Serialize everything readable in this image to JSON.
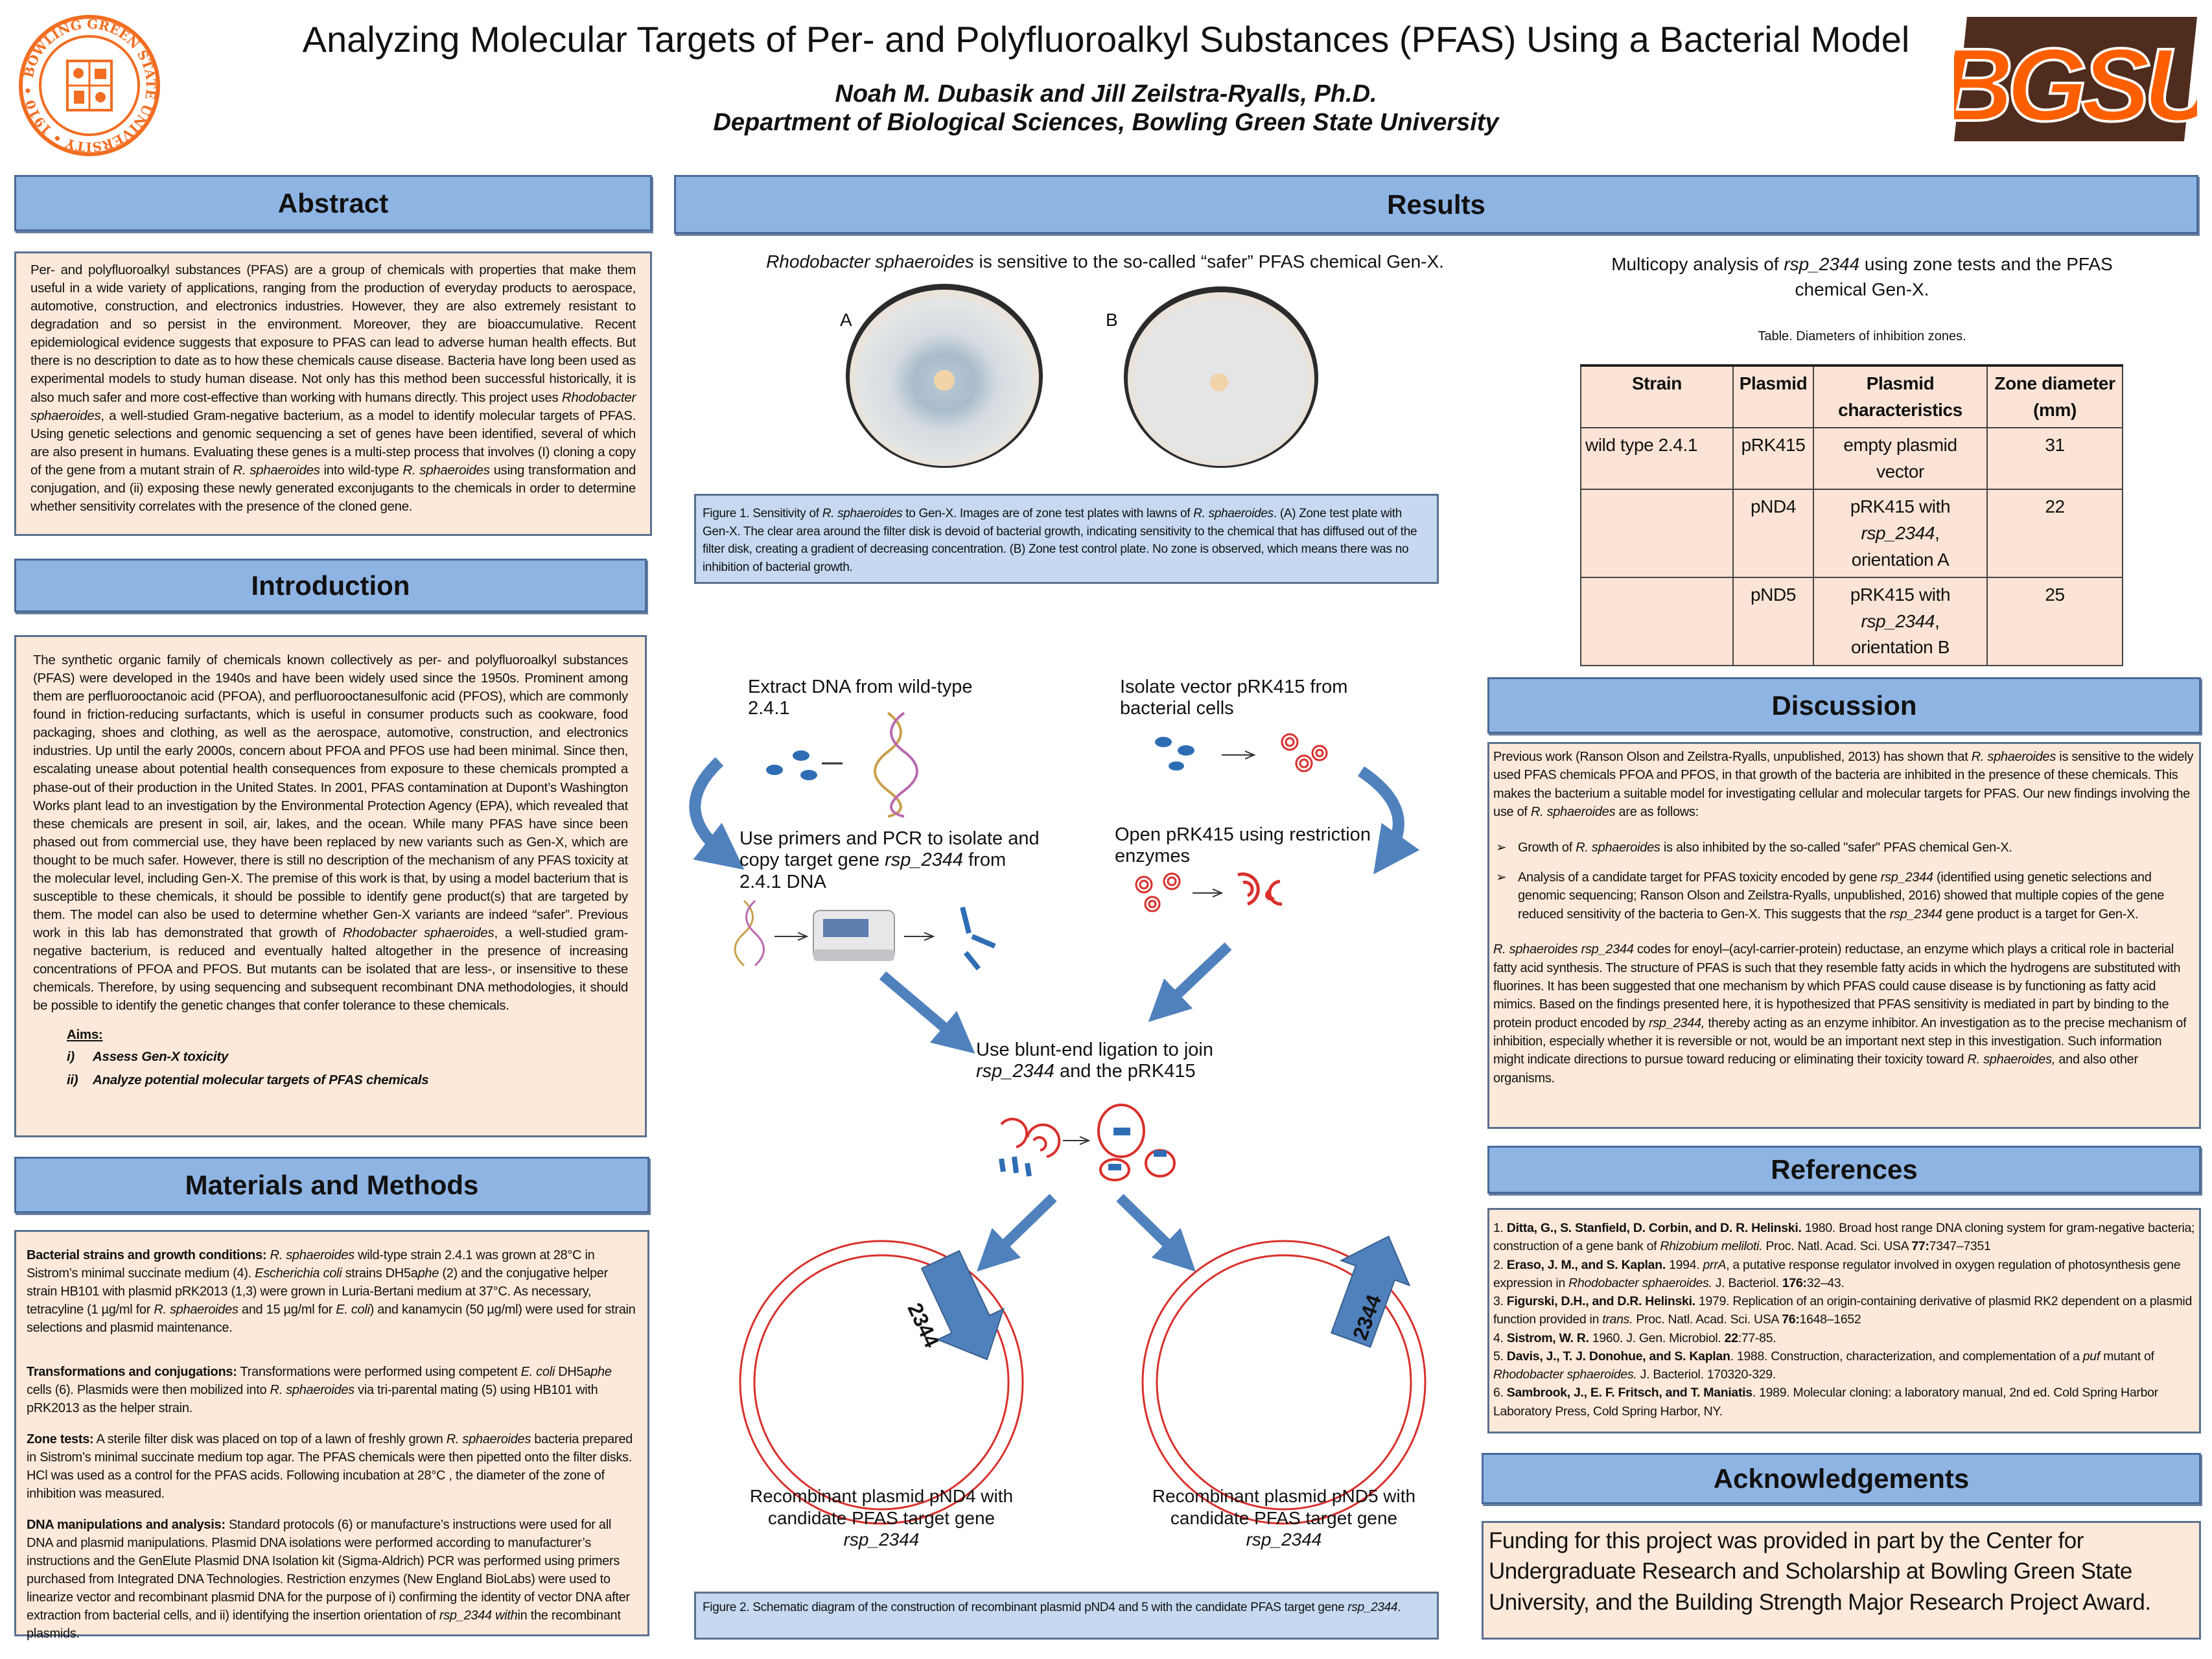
{
  "header": {
    "title": "Analyzing Molecular Targets of Per- and Polyfluoroalkyl Substances (PFAS) Using a Bacterial Model",
    "authors": "Noah M. Dubasik and Jill Zeilstra-Ryalls, Ph.D.",
    "department": "Department of Biological Sciences, Bowling Green State University",
    "seal_text": "BOWLING GREEN STATE UNIVERSITY 1910",
    "logo_text": "BGSU"
  },
  "colors": {
    "header_blue": "#8eb4e3",
    "box_peach": "#fde9d9",
    "caption_blue": "#c6d9f1",
    "bgsu_orange": "#fd5f00",
    "bgsu_brown": "#4f2c1d",
    "arrow_blue": "#4f81bd",
    "plasmid_red": "#d9302c"
  },
  "abstract": {
    "heading": "Abstract",
    "body": [
      "Per- and polyfluoroalkyl substances (PFAS) are a group of chemicals with properties that make them useful in a wide variety of applications, ranging from the production of everyday products to aerospace, automotive, construction, and electronics industries.  However, they are also extremely resistant to degradation and so persist in the environment.  Moreover, they are bioaccumulative.  Recent epidemiological evidence suggests that exposure to PFAS can lead to adverse human health effects.  But there is no description to date as to how these chemicals cause disease.  Bacteria have long been used as experimental models to study human disease.  Not only has this method been successful historically, it is also much safer and more cost-effective than working with humans directly.  This project uses ",
      {
        "i": "Rhodobacter sphaeroides"
      },
      ", a well-studied Gram-negative bacterium, as a model to identify molecular targets of PFAS.  Using genetic selections and genomic sequencing a set of genes have been identified, several of which are also present in humans.  Evaluating these genes is a multi-step process that involves (I) cloning a copy of the gene from a mutant strain of ",
      {
        "i": "R. sphaeroides"
      },
      " into wild-type ",
      {
        "i": "R. sphaeroides"
      },
      " using transformation and conjugation, and (ii) exposing these newly generated exconjugants to the chemicals in order to determine whether sensitivity correlates with the presence of the cloned gene."
    ]
  },
  "introduction": {
    "heading": "Introduction",
    "body": [
      "The synthetic organic family of chemicals known collectively as per- and polyfluoroalkyl substances (PFAS) were developed in the 1940s and have been widely used since the 1950s.  Prominent among them are perfluorooctanoic acid (PFOA), and perfluorooctanesulfonic acid (PFOS), which are commonly found in friction-reducing surfactants, which is useful in consumer products such as cookware, food packaging, shoes and clothing, as well as the aerospace, automotive, construction, and electronics industries.  Up until the early 2000s, concern about PFOA and PFOS use had been minimal.  Since then, escalating unease about potential health consequences from exposure to these chemicals prompted a phase-out of their production in the United States.  In 2001, PFAS contamination at Dupont’s Washington Works plant lead to an investigation by the Environmental Protection Agency (EPA), which revealed that these chemicals are present in soil, air, lakes, and the ocean. While many PFAS have since been phased out from commercial use, they have been replaced by new variants such as Gen-X, which are thought to be much safer.  However, there is still no description of the mechanism of any PFAS toxicity at the molecular level, including Gen-X.  The premise of this work is that, by using a model bacterium that is susceptible to these chemicals, it should be possible to identify gene product(s) that are targeted by them.  The model can also be used to determine whether Gen-X variants are indeed “safer”.  Previous work in this lab has demonstrated that growth of ",
      {
        "i": "Rhodobacter sphaeroides"
      },
      ", a well-studied gram-negative bacterium, is reduced and eventually halted altogether in the presence of increasing concentrations of PFOA and PFOS.  But mutants can be isolated that are less-, or insensitive to these chemicals.  Therefore, by using sequencing and subsequent recombinant DNA methodologies, it should be possible to identify the genetic changes that confer tolerance to these chemicals."
    ],
    "aims_heading": "Aims:",
    "aims": [
      {
        "num": "i)",
        "text": "Assess Gen-X toxicity"
      },
      {
        "num": "ii)",
        "text": "Analyze potential molecular targets of PFAS chemicals"
      }
    ]
  },
  "methods": {
    "heading": "Materials and Methods",
    "paragraphs": [
      [
        {
          "b": "Bacterial strains and growth conditions:"
        },
        "  ",
        {
          "i": "R. sphaeroides"
        },
        " wild-type strain 2.4.1 was grown at 28°C in Sistrom’s minimal succinate medium (4).  ",
        {
          "i": "Escherichia coli"
        },
        " strains DH5a",
        {
          "i": "phe"
        },
        " (2) and the conjugative helper strain  HB101 with plasmid pRK2013 (1,3) were grown in Luria-Bertani medium at 37°C.   As necessary, tetracyline (1 µg/ml for ",
        {
          "i": "R. sphaeroides"
        },
        " and 15 µg/ml for ",
        {
          "i": "E. coli"
        },
        ") and kanamycin (50 µg/ml) were used for strain selections and plasmid maintenance."
      ],
      [
        {
          "b": "Transformations and conjugations:"
        },
        "  Transformations were performed using competent ",
        {
          "i": "E. coli"
        },
        " DH5a",
        {
          "i": "phe"
        },
        " cells (6). Plasmids were then mobilized into ",
        {
          "i": "R. sphaeroides"
        },
        " via tri-parental mating (5) using HB101 with pRK2013 as the helper strain."
      ],
      [
        {
          "b": "Zone tests:"
        },
        "  A sterile filter disk was placed on top of a lawn of freshly grown ",
        {
          "i": "R. sphaeroides"
        },
        " bacteria prepared in Sistrom’s minimal succinate medium top agar.  The PFAS chemicals were then pipetted onto the filter disks.  HCl was used as a control for the PFAS acids.  Following incubation at 28°C , the diameter of the zone of inhibition was measured."
      ],
      [
        {
          "b": "DNA manipulations and analysis:"
        },
        "  Standard protocols (6) or manufacture’s instructions were used for all DNA and plasmid manipulations.  Plasmid DNA isolations were performed according to manufacturer’s instructions and the GenElute Plasmid DNA Isolation kit (Sigma-Aldrich)  PCR was performed using primers purchased from Integrated DNA Technologies.  Restriction enzymes (New England BioLabs) were used to linearize vector and recombinant plasmid DNA for the purpose of i) confirming the identity of vector DNA after extraction from bacterial cells, and ii) identifying the insertion orientation of ",
        {
          "i": "rsp_2344 with"
        },
        "in the recombinant plasmids."
      ]
    ]
  },
  "results": {
    "heading": "Results",
    "fig1_title": [
      {
        "i": "Rhodobacter sphaeroides"
      },
      " is sensitive to the so-called “safer” PFAS chemical Gen-X."
    ],
    "plate_a_label": "A",
    "plate_b_label": "B",
    "fig1_caption": [
      "Figure 1.  Sensitivity of ",
      {
        "i": "R. sphaeroides"
      },
      "  to Gen-X.  Images are of zone test plates with lawns of ",
      {
        "i": "R. sphaeroides"
      },
      ".   (A) Zone test plate with Gen-X.  The clear area around the filter disk is devoid of bacterial growth, indicating sensitivity to the chemical that has diffused out of the filter disk, creating a gradient of decreasing concentration.  (B) Zone test control plate. No zone is observed, which means there was no inhibition of bacterial growth."
    ],
    "multicopy_title": [
      "Multicopy analysis of ",
      {
        "i": "rsp_2344"
      },
      " using zone tests and the PFAS chemical Gen-X."
    ],
    "table_caption": "Table.  Diameters of inhibition zones.",
    "table": {
      "columns": [
        "Strain",
        "Plasmid",
        "Plasmid characteristics",
        "Zone diameter (mm)"
      ],
      "rows": [
        {
          "strain": "wild type 2.4.1",
          "plasmid": "pRK415",
          "characteristics": [
            "empty plasmid vector"
          ],
          "zone": "31"
        },
        {
          "strain": "",
          "plasmid": "pND4",
          "characteristics": [
            "pRK415 with ",
            {
              "i": "rsp_2344"
            },
            ", orientation A"
          ],
          "zone": "22"
        },
        {
          "strain": "",
          "plasmid": "pND5",
          "characteristics": [
            "pRK415 with ",
            {
              "i": "rsp_2344"
            },
            ", orientation B"
          ],
          "zone": "25"
        }
      ]
    },
    "diagram": {
      "step1": "Extract DNA from wild-type 2.4.1",
      "step2": "Isolate vector pRK415 from bacterial cells",
      "step3": [
        "Use primers and PCR to isolate and copy target gene ",
        {
          "i": "rsp_2344"
        },
        " from 2.4.1 DNA"
      ],
      "step4": "Open pRK415 using restriction enzymes",
      "step5": [
        "Use blunt-end ligation to join ",
        {
          "i": "rsp_2344"
        },
        " and the pRK415"
      ],
      "insert_label": "2344",
      "left_caption": [
        "Recombinant plasmid pND4 with candidate PFAS target gene ",
        {
          "i": "rsp_2344"
        }
      ],
      "right_caption": [
        "Recombinant plasmid pND5 with candidate PFAS target gene ",
        {
          "i": "rsp_2344"
        }
      ]
    },
    "fig2_caption": [
      "Figure 2.  Schematic diagram of the construction of recombinant plasmid pND4 and 5 with the candidate PFAS target gene ",
      {
        "i": "rsp_2344"
      },
      "."
    ]
  },
  "discussion": {
    "heading": "Discussion",
    "intro": [
      "Previous work  (Ranson Olson and Zeilstra-Ryalls, unpublished, 2013) has shown that ",
      {
        "i": "R. sphaeroides"
      },
      "  is sensitive to the widely used PFAS chemicals PFOA and PFOS, in that growth of the bacteria are inhibited in the presence of these chemicals.  This makes the bacterium a suitable model for investigating cellular and molecular targets for PFAS.  Our new findings involving the use of ",
      {
        "i": "R. sphaeroides"
      },
      "  are as follows:"
    ],
    "bullet_glyph": "➢",
    "bullets": [
      [
        "Growth of ",
        {
          "i": "R. sphaeroides"
        },
        "  is also inhibited by the so-called \"safer\" PFAS chemical Gen-X."
      ],
      [
        "Analysis of a candidate target for PFAS toxicity encoded by gene ",
        {
          "i": "rsp_2344"
        },
        " (identified using genetic selections and genomic sequencing; Ranson Olson and Zeilstra-Ryalls, unpublished, 2016) showed that multiple copies of the gene reduced sensitivity of the bacteria to Gen-X.  This suggests that the ",
        {
          "i": "rsp_2344"
        },
        " gene product is a target for Gen-X."
      ]
    ],
    "conclusion": [
      {
        "i": "R. sphaeroides  rsp_2344"
      },
      " codes for enoyl–(acyl-carrier-protein) reductase, an enzyme which plays a critical role in bacterial fatty acid synthesis. The structure of PFAS is such that they resemble fatty acids in which the hydrogens are substituted with fluorines.  It has been suggested that one mechanism by which PFAS could cause disease is by functioning as fatty acid mimics.  Based on the findings presented here, it is hypothesized that PFAS sensitivity is mediated in part by binding to the protein product encoded by ",
      {
        "i": "rsp_2344,"
      },
      "  thereby acting as an enzyme inhibitor.  An investigation as to the precise mechanism of inhibition, especially whether it is reversible or not, would be an important next step in this investigation.  Such information might indicate directions to pursue toward reducing or eliminating their toxicity toward ",
      {
        "i": "R. sphaeroides,"
      },
      "  and also other organisms."
    ]
  },
  "references": {
    "heading": "References",
    "items": [
      [
        "1. ",
        {
          "b": "Ditta, G., S. Stanfield, D. Corbin, and D. R. Helinski."
        },
        " 1980. Broad host range DNA cloning system for gram-negative bacteria; construction of a gene bank of ",
        {
          "i": "Rhizobium meliloti."
        },
        "  Proc. Natl. Acad. Sci. USA ",
        {
          "b": "77:"
        },
        "7347–7351"
      ],
      [
        "2. ",
        {
          "b": "Eraso, J. M., and S. Kaplan."
        },
        " 1994. ",
        {
          "i": "prrA"
        },
        ", a putative response regulator involved in oxygen regulation of photosynthesis gene expression in ",
        {
          "i": "Rhodobacter sphaeroides."
        },
        "  J. Bacteriol. ",
        {
          "b": "176:"
        },
        "32–43."
      ],
      [
        "3. ",
        {
          "b": "Figurski, D.H., and D.R. Helinski."
        },
        " 1979. Replication of an origin-containing derivative of plasmid RK2 dependent on a plasmid function provided in ",
        {
          "i": "trans."
        },
        " Proc. Natl. Acad. Sci. USA ",
        {
          "b": "76:"
        },
        "1648–1652"
      ],
      [
        "4. ",
        {
          "b": "Sistrom, W. R."
        },
        " 1960.  J. Gen. Microbiol. ",
        {
          "b": "22"
        },
        ":77-85."
      ],
      [
        "5.  ",
        {
          "b": "Davis, J., T. J. Donohue, and S. Kaplan"
        },
        ". 1988. Construction, characterization, and complementation of a ",
        {
          "i": "puf"
        },
        " mutant of ",
        {
          "i": "Rhodobacter sphaeroides."
        },
        "  J. Bacteriol. 170320-329."
      ],
      [
        "6. ",
        {
          "b": "Sambrook, J., E. F. Fritsch, and T. Maniatis"
        },
        ". 1989. Molecular cloning: a laboratory manual, 2nd ed. Cold Spring Harbor Laboratory Press, Cold Spring Harbor, NY."
      ]
    ]
  },
  "acknowledgements": {
    "heading": "Acknowledgements",
    "body": "Funding for this project was provided in part by the Center for Undergraduate Research and Scholarship at Bowling Green State University, and the Building Strength Major Research Project Award."
  }
}
